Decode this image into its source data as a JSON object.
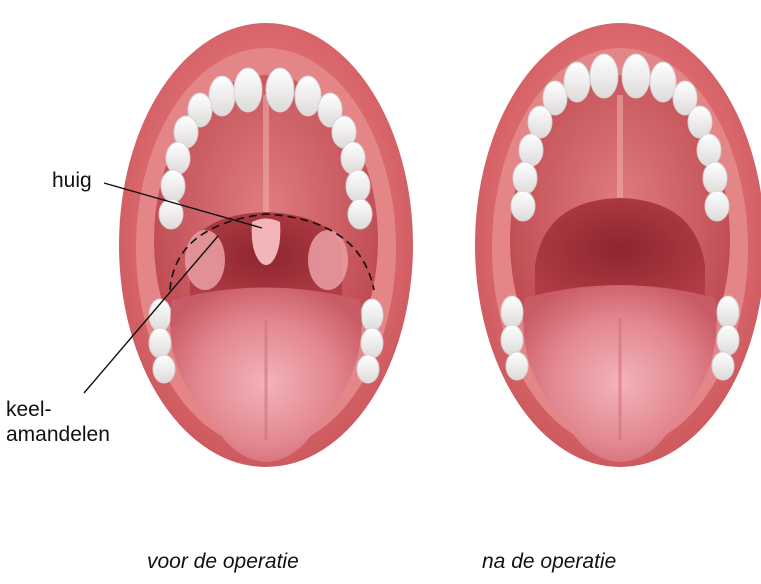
{
  "labels": {
    "uvula": "huig",
    "tonsils_line1": "keel-",
    "tonsils_line2": "amandelen"
  },
  "captions": {
    "before": "voor de operatie",
    "after": "na de operatie"
  },
  "colors": {
    "lip_outer": "#cf5b5f",
    "lip_inner": "#e8898a",
    "mouth_cavity": "#c74a4f",
    "throat": "#a82f37",
    "tongue": "#e58c94",
    "teeth": "#f7f4f4",
    "annotation_line": "#111111"
  }
}
